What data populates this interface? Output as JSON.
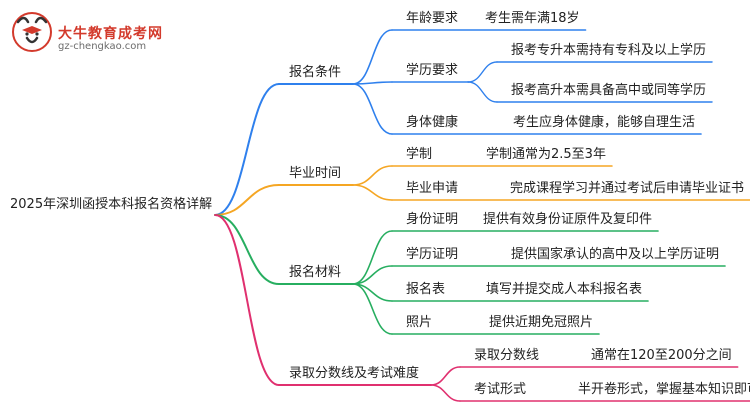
{
  "logo": {
    "name": "大牛教育成考网",
    "url": "gz-chengkao.com"
  },
  "root": "2025年深圳函授本科报名资格详解",
  "branches": [
    {
      "label": "报名条件",
      "color": "#2f80ed",
      "items": [
        {
          "label": "年龄要求",
          "details": [
            "考生需年满18岁"
          ]
        },
        {
          "label": "学历要求",
          "details": [
            "报考专升本需持有专科及以上学历",
            "报考高升本需具备高中或同等学历"
          ]
        },
        {
          "label": "身体健康",
          "details": [
            "考生应身体健康，能够自理生活"
          ]
        }
      ]
    },
    {
      "label": "毕业时间",
      "color": "#f5a623",
      "items": [
        {
          "label": "学制",
          "details": [
            "学制通常为2.5至3年"
          ]
        },
        {
          "label": "毕业申请",
          "details": [
            "完成课程学习并通过考试后申请毕业证书"
          ]
        }
      ]
    },
    {
      "label": "报名材料",
      "color": "#27ae60",
      "items": [
        {
          "label": "身份证明",
          "details": [
            "提供有效身份证原件及复印件"
          ]
        },
        {
          "label": "学历证明",
          "details": [
            "提供国家承认的高中及以上学历证明"
          ]
        },
        {
          "label": "报名表",
          "details": [
            "填写并提交成人本科报名表"
          ]
        },
        {
          "label": "照片",
          "details": [
            "提供近期免冠照片"
          ]
        }
      ]
    },
    {
      "label": "录取分数线及考试难度",
      "color": "#e0306f",
      "items": [
        {
          "label": "录取分数线",
          "details": [
            "通常在120至200分之间"
          ]
        },
        {
          "label": "考试形式",
          "details": [
            "半开卷形式，掌握基本知识即可"
          ]
        }
      ]
    }
  ]
}
